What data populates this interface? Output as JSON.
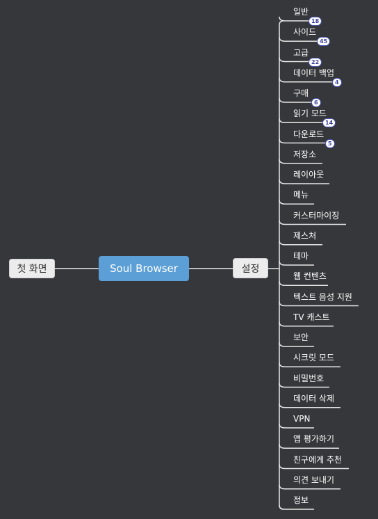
{
  "root": {
    "label": "Soul Browser"
  },
  "left": {
    "label": "첫 화면"
  },
  "right": {
    "label": "설정"
  },
  "leaves": [
    {
      "label": "일반",
      "badge": "18"
    },
    {
      "label": "사이드",
      "badge": "45"
    },
    {
      "label": "고급",
      "badge": "22"
    },
    {
      "label": "데이터 백업",
      "badge": "4"
    },
    {
      "label": "구매",
      "badge": "6"
    },
    {
      "label": "읽기 모드",
      "badge": "14"
    },
    {
      "label": "다운로드",
      "badge": "5"
    },
    {
      "label": "저장소"
    },
    {
      "label": "레이아웃"
    },
    {
      "label": "메뉴"
    },
    {
      "label": "커스터마이징"
    },
    {
      "label": "제스처"
    },
    {
      "label": "테마"
    },
    {
      "label": "웹 컨텐츠"
    },
    {
      "label": "텍스트 음성 지원"
    },
    {
      "label": "TV 캐스트"
    },
    {
      "label": "보안"
    },
    {
      "label": "시크릿 모드"
    },
    {
      "label": "비밀번호"
    },
    {
      "label": "데이터 삭제"
    },
    {
      "label": "VPN"
    },
    {
      "label": "앱 평가하기"
    },
    {
      "label": "친구에게 추천"
    },
    {
      "label": "의견 보내기"
    },
    {
      "label": "정보"
    }
  ],
  "colors": {
    "background": "#36373b",
    "root_fill": "#5b9fd6",
    "node_fill": "#ececec",
    "line": "#e8e8e8",
    "badge_border": "#4a55b5"
  }
}
